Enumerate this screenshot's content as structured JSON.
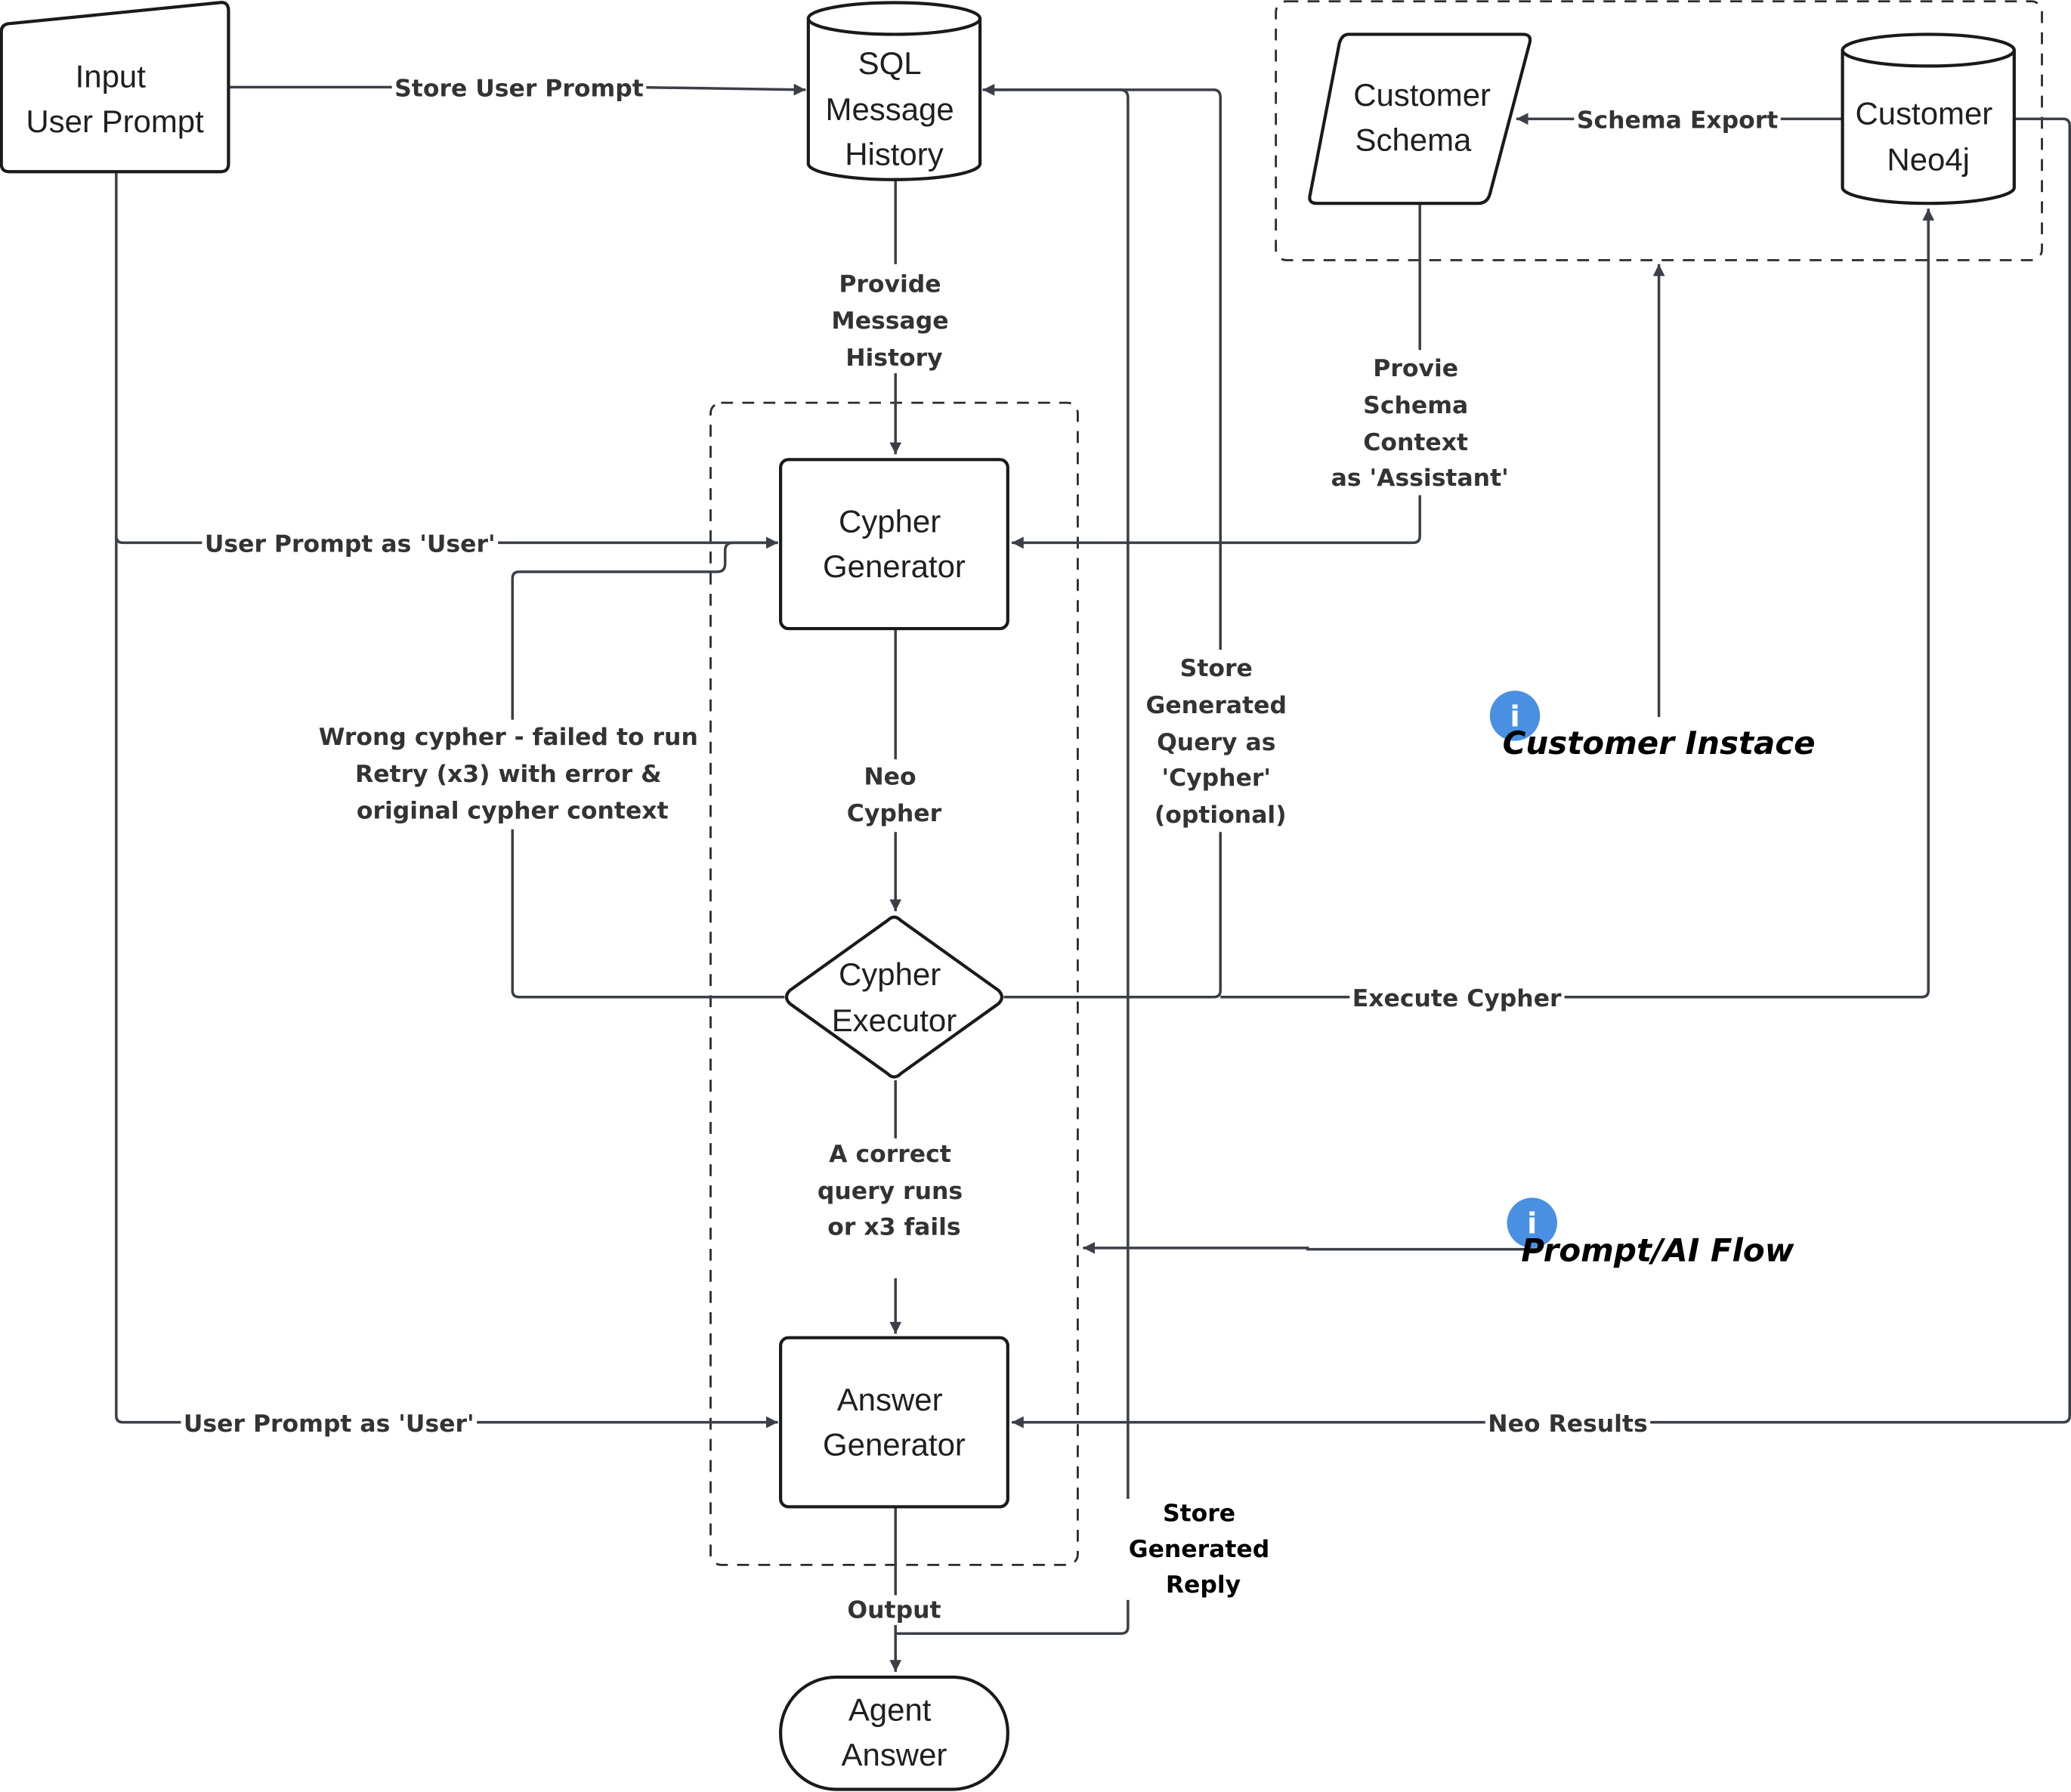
{
  "nodes": {
    "input": [
      "Input",
      "User Prompt"
    ],
    "sql_history": [
      "SQL",
      "Message",
      "History"
    ],
    "customer_schema": [
      "Customer",
      "Schema"
    ],
    "customer_neo4j": [
      "Customer",
      "Neo4j"
    ],
    "cypher_generator": [
      "Cypher",
      "Generator"
    ],
    "cypher_executor": [
      "Cypher",
      "Executor"
    ],
    "answer_generator": [
      "Answer",
      "Generator"
    ],
    "agent_answer": [
      "Agent",
      "Answer"
    ]
  },
  "edges": {
    "store_user_prompt": [
      "Store User Prompt"
    ],
    "schema_export": [
      "Schema Export"
    ],
    "provide_message_history": [
      "Provide",
      "Message",
      "History"
    ],
    "provide_schema_context": [
      "Provie",
      "Schema",
      "Context",
      "as 'Assistant'"
    ],
    "user_prompt_to_cypher": [
      "User Prompt as 'User'"
    ],
    "wrong_cypher_retry": [
      "Wrong cypher - failed to run",
      "Retry (x3) with error &",
      "original cypher context"
    ],
    "neo_cypher": [
      "Neo",
      "Cypher"
    ],
    "store_generated_query": [
      "Store",
      "Generated",
      "Query as",
      "'Cypher'",
      "(optional)"
    ],
    "execute_cypher": [
      "Execute Cypher"
    ],
    "correct_query": [
      "A correct",
      "query runs",
      "or x3 fails"
    ],
    "user_prompt_to_answer": [
      "User Prompt as 'User'"
    ],
    "neo_results": [
      "Neo Results"
    ],
    "store_generated_reply": [
      "Store",
      "Generated",
      "Reply"
    ],
    "output": [
      "Output"
    ]
  },
  "notes": {
    "customer_instance": "Customer Instace",
    "prompt_ai_flow": "Prompt/AI Flow",
    "info_icon_glyph": "i"
  },
  "colors": {
    "line": "#3b3f47",
    "shape_border": "#1a1a1a",
    "info_icon": "#4a90e2"
  }
}
